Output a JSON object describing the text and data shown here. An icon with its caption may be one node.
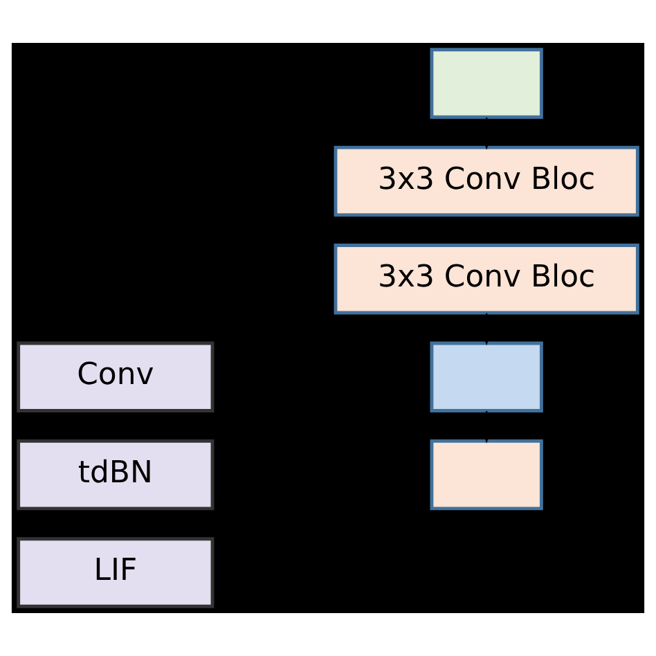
{
  "diagram": {
    "nodes": [
      {
        "text": [
          "Conv"
        ]
      },
      {
        "text": [
          "tdBN"
        ]
      },
      {
        "text": [
          "LIF"
        ]
      },
      {
        "text": [],
        "shape": "box"
      },
      {
        "text": [
          "3x3 Conv Bloc"
        ]
      },
      {
        "text": [
          "3x3 Conv Bloc"
        ]
      },
      {
        "text": [],
        "shape": "box"
      },
      {
        "text": [],
        "shape": "box"
      }
    ],
    "edges": [
      {
        "from": 3,
        "to": 4,
        "arrow": "to"
      },
      {
        "from": 5,
        "to": 6,
        "arrow": "to"
      },
      {
        "from": 6,
        "to": 7,
        "arrow": "to"
      }
    ]
  }
}
